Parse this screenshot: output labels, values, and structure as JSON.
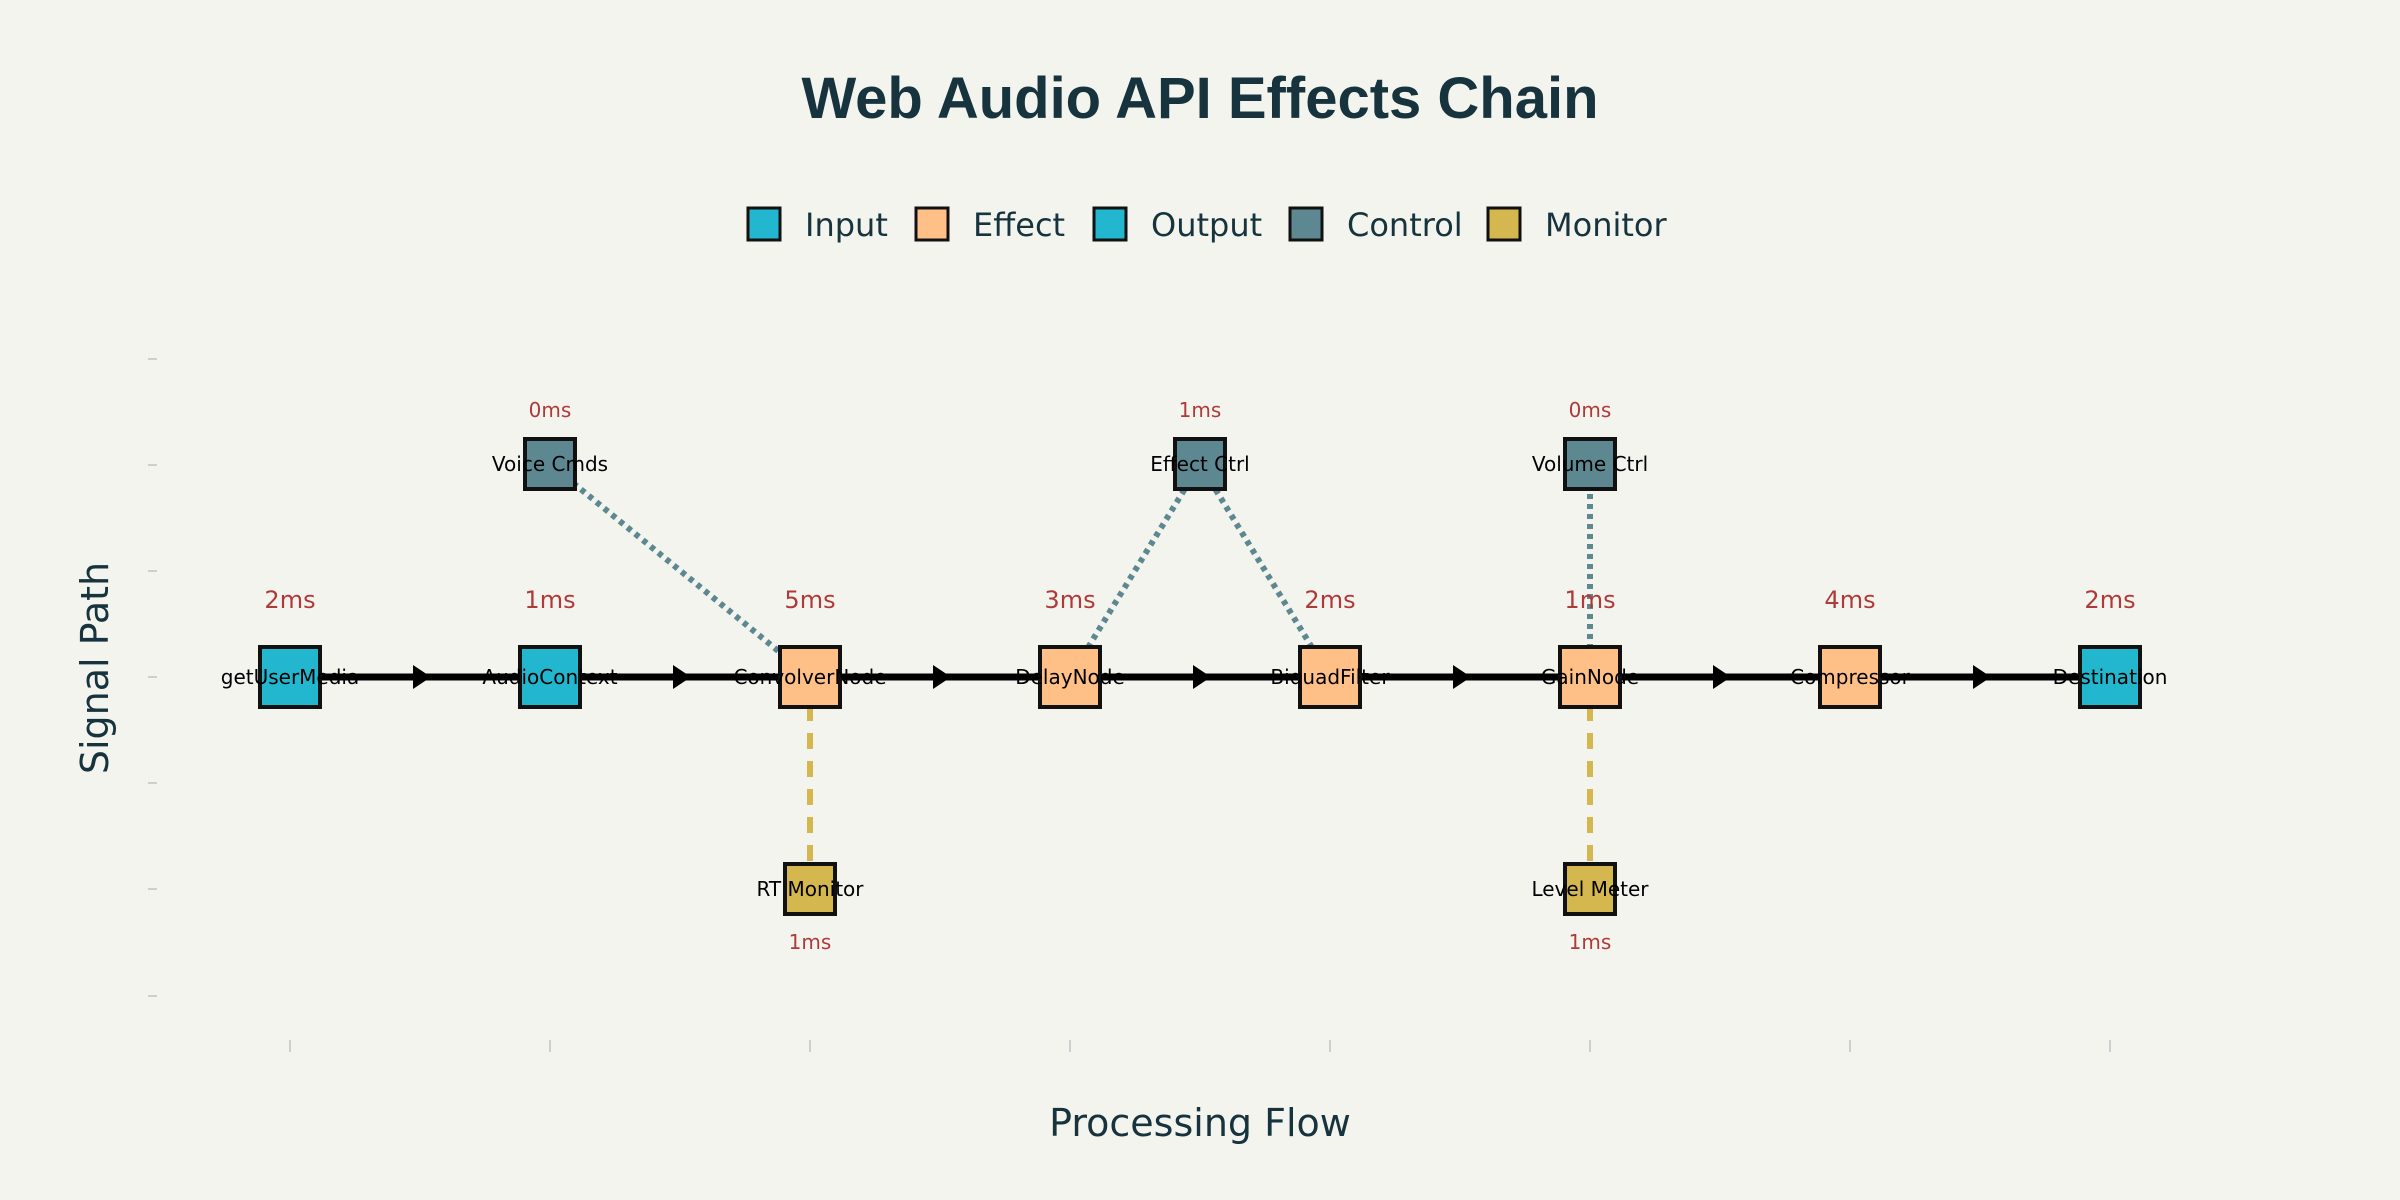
{
  "title": "Web Audio API Effects Chain",
  "xlabel": "Processing Flow",
  "ylabel": "Signal Path",
  "colors": {
    "input": "#22b7cf",
    "effect": "#ffc087",
    "output": "#22b7cf",
    "control": "#5e8891",
    "monitor": "#d4b74e",
    "latency": "#b03a3a",
    "text": "#17333d",
    "background": "#f3f4ee"
  },
  "legend": [
    {
      "label": "Input",
      "type": "input"
    },
    {
      "label": "Effect",
      "type": "effect"
    },
    {
      "label": "Output",
      "type": "output"
    },
    {
      "label": "Control",
      "type": "control"
    },
    {
      "label": "Monitor",
      "type": "monitor"
    }
  ],
  "main_chain": [
    {
      "label": "getUserMedia",
      "type": "input",
      "latency": "2ms"
    },
    {
      "label": "AudioContext",
      "type": "input",
      "latency": "1ms"
    },
    {
      "label": "ConvolverNode",
      "type": "effect",
      "latency": "5ms"
    },
    {
      "label": "DelayNode",
      "type": "effect",
      "latency": "3ms"
    },
    {
      "label": "BiquadFilter",
      "type": "effect",
      "latency": "2ms"
    },
    {
      "label": "GainNode",
      "type": "effect",
      "latency": "1ms"
    },
    {
      "label": "Compressor",
      "type": "effect",
      "latency": "4ms"
    },
    {
      "label": "Destination",
      "type": "output",
      "latency": "2ms"
    }
  ],
  "control_nodes": [
    {
      "label": "Voice Cmds",
      "type": "control",
      "latency": "0ms",
      "step": 2,
      "targets": [
        3
      ]
    },
    {
      "label": "Effect Ctrl",
      "type": "control",
      "latency": "1ms",
      "step": 4.5,
      "targets": [
        4,
        5
      ]
    },
    {
      "label": "Volume Ctrl",
      "type": "control",
      "latency": "0ms",
      "step": 6,
      "targets": [
        6
      ]
    }
  ],
  "monitor_nodes": [
    {
      "label": "RT Monitor",
      "type": "monitor",
      "latency": "1ms",
      "step": 3,
      "source": 3
    },
    {
      "label": "Level Meter",
      "type": "monitor",
      "latency": "1ms",
      "step": 6,
      "source": 6
    }
  ]
}
